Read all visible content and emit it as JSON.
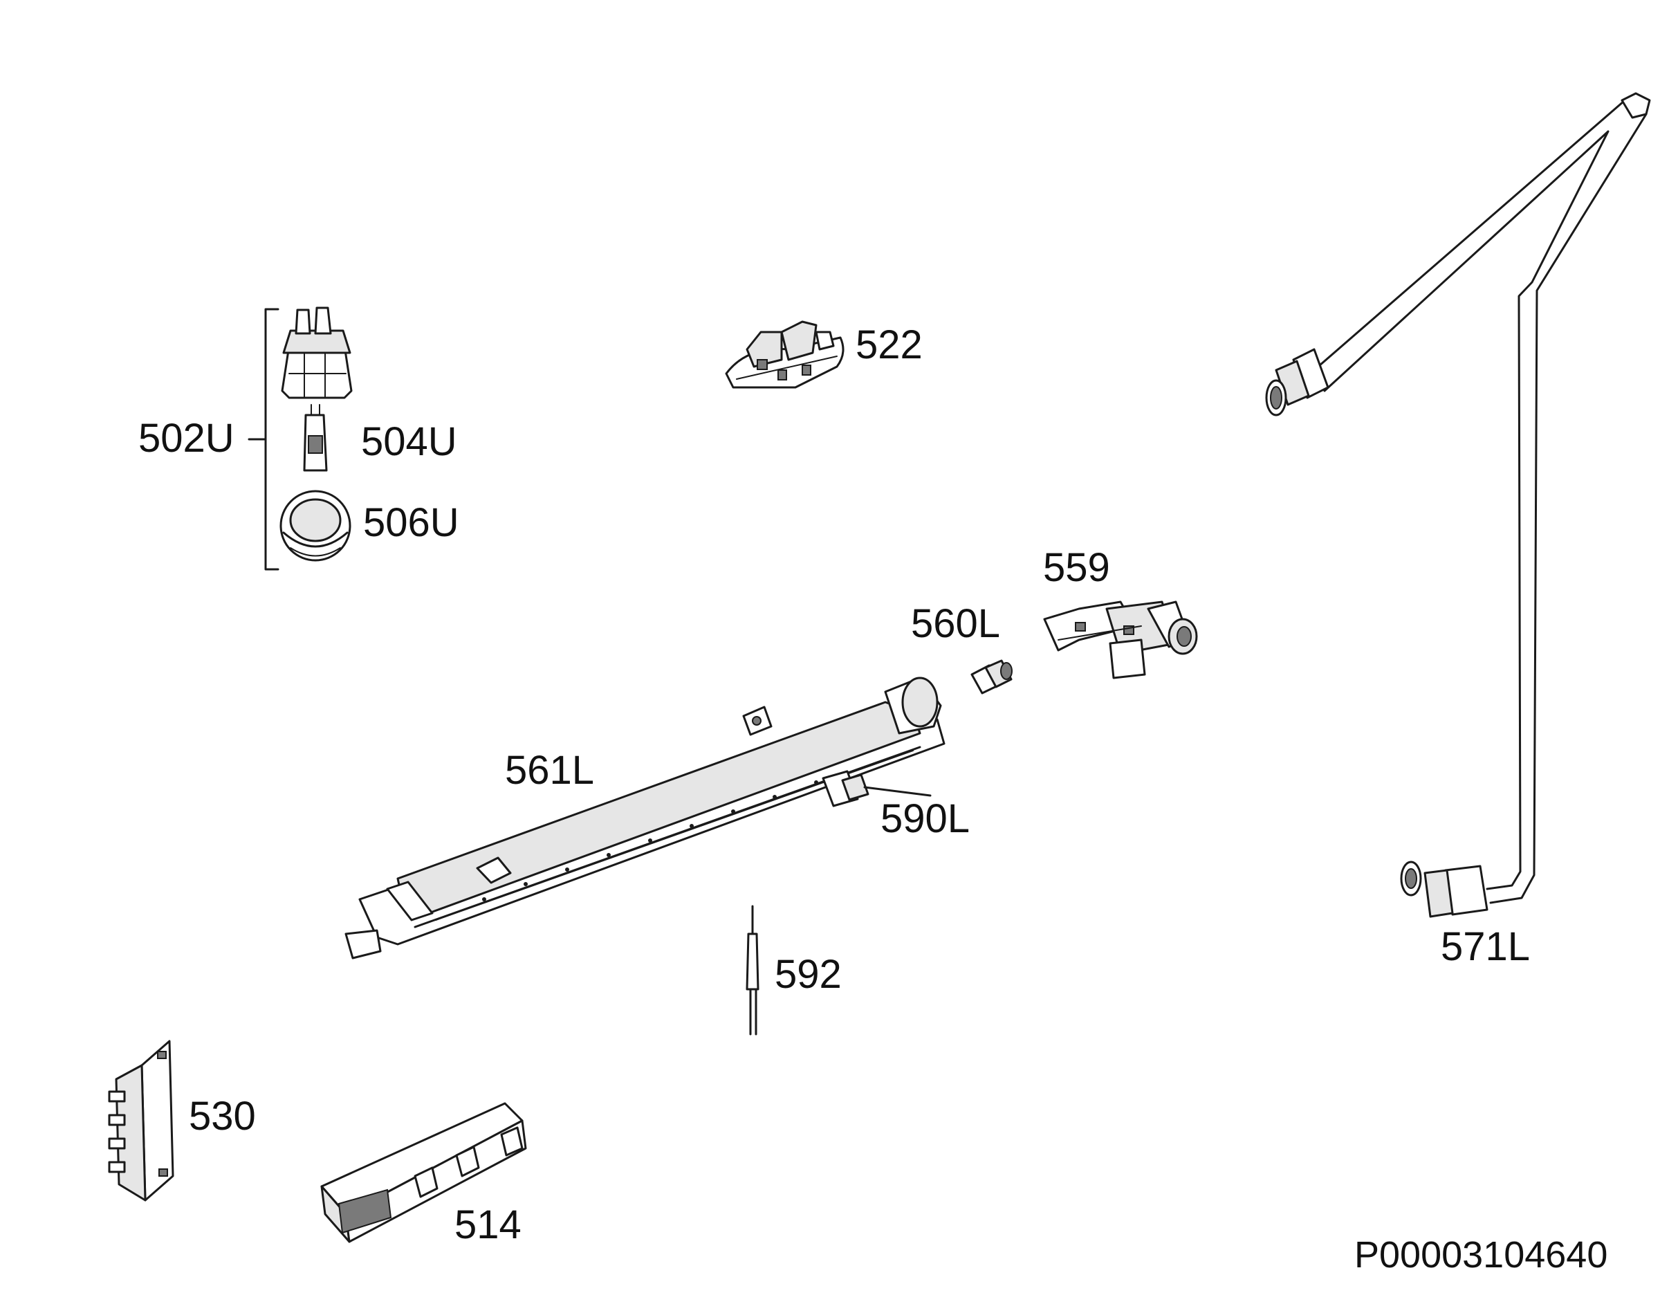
{
  "diagram": {
    "document_id": "P00003104640",
    "parts": [
      {
        "id": "502U",
        "label": "502U"
      },
      {
        "id": "504U",
        "label": "504U"
      },
      {
        "id": "506U",
        "label": "506U"
      },
      {
        "id": "514",
        "label": "514"
      },
      {
        "id": "522",
        "label": "522"
      },
      {
        "id": "530",
        "label": "530"
      },
      {
        "id": "559",
        "label": "559"
      },
      {
        "id": "560L",
        "label": "560L"
      },
      {
        "id": "561L",
        "label": "561L"
      },
      {
        "id": "571L",
        "label": "571L"
      },
      {
        "id": "590L",
        "label": "590L"
      },
      {
        "id": "592",
        "label": "592"
      }
    ]
  }
}
